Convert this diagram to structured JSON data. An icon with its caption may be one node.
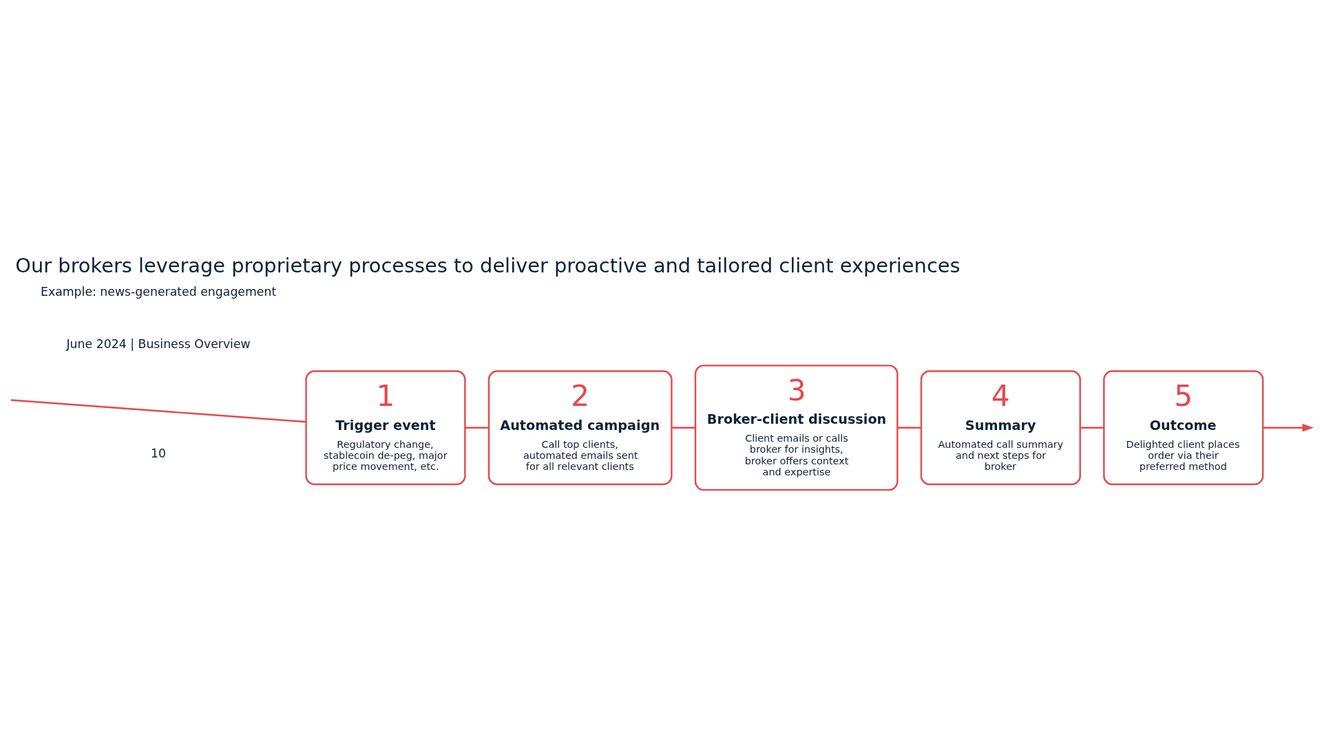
{
  "diagram": {
    "title": "Our brokers leverage proprietary processes to deliver proactive and tailored client experiences",
    "nodes": [
      {
        "text": [
          "1",
          "Trigger event",
          "Regulatory change, stablecoin de-peg, major price movement, etc."
        ]
      },
      {
        "text": [
          "2",
          "Automated campaign",
          "Call top clients, automated emails sent for all relevant clients"
        ]
      },
      {
        "text": [
          "3",
          "Broker-client discussion",
          "Client emails or calls broker for insights, broker offers context and expertise"
        ]
      },
      {
        "text": [
          "4",
          "Summary",
          "Automated call summary and next steps for broker"
        ]
      },
      {
        "text": [
          "5",
          "Outcome",
          "Delighted client places order via their preferred method"
        ]
      }
    ],
    "edges": [
      {
        "from": null,
        "to": 0,
        "arrow": "none"
      },
      {
        "from": 0,
        "to": 1,
        "arrow": "none"
      },
      {
        "from": 1,
        "to": 2,
        "arrow": "none"
      },
      {
        "from": 2,
        "to": 3,
        "arrow": "none"
      },
      {
        "from": 3,
        "to": 4,
        "arrow": "none"
      },
      {
        "from": 4,
        "to": null,
        "arrow": "to"
      }
    ],
    "labels": [
      "June 2024 | Business Overview",
      "Example: news-generated engagement",
      "10"
    ]
  }
}
